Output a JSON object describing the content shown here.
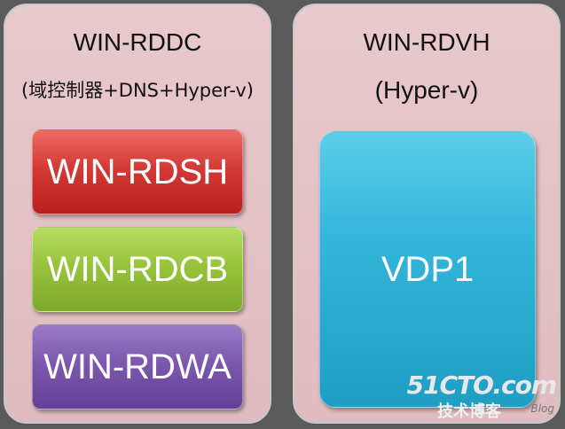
{
  "left": {
    "title": "WIN-RDDC",
    "subtitle": "(域控制器+DNS+Hyper-v)",
    "boxes": [
      "WIN-RDSH",
      "WIN-RDCB",
      "WIN-RDWA"
    ]
  },
  "right": {
    "title": "WIN-RDVH",
    "subtitle": "(Hyper-v)",
    "box": "VDP1"
  },
  "watermark": {
    "site": "51CTO.com",
    "tagline": "技术博客",
    "blog": "Blog"
  }
}
